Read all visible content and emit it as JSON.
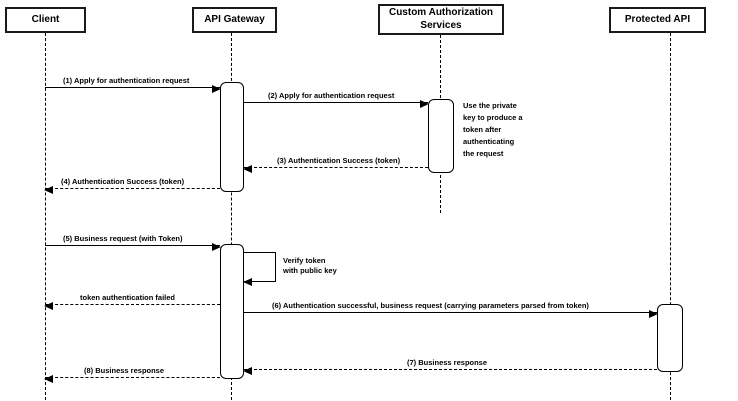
{
  "diagram": {
    "type": "sequence-diagram"
  },
  "actors": [
    {
      "name": "Client"
    },
    {
      "name": "API Gateway"
    },
    {
      "name": "Custom Authorization\nServices"
    },
    {
      "name": "Protected API"
    }
  ],
  "messages": [
    {
      "seq": "1",
      "label": "(1) Apply for authentication request",
      "from": "Client",
      "to": "API Gateway",
      "line": "solid"
    },
    {
      "seq": "2",
      "label": "(2) Apply for authentication request",
      "from": "API Gateway",
      "to": "Custom Authorization Services",
      "line": "solid"
    },
    {
      "seq": "3",
      "label": "(3) Authentication Success (token)",
      "from": "Custom Authorization Services",
      "to": "API Gateway",
      "line": "dashed"
    },
    {
      "seq": "4",
      "label": "(4) Authentication Success (token)",
      "from": "API Gateway",
      "to": "Client",
      "line": "dashed"
    },
    {
      "seq": "5",
      "label": "(5) Business request (with Token)",
      "from": "Client",
      "to": "API Gateway",
      "line": "solid"
    },
    {
      "seq": "",
      "label": "Verify token\nwith public key",
      "from": "API Gateway",
      "to": "API Gateway",
      "line": "self"
    },
    {
      "seq": "",
      "label": "token authentication failed",
      "from": "API Gateway",
      "to": "Client",
      "line": "dashed"
    },
    {
      "seq": "6",
      "label": "(6) Authentication successful, business request (carrying parameters parsed from token)",
      "from": "API Gateway",
      "to": "Protected API",
      "line": "solid"
    },
    {
      "seq": "7",
      "label": "(7) Business response",
      "from": "Protected API",
      "to": "API Gateway",
      "line": "dashed"
    },
    {
      "seq": "8",
      "label": "(8) Business response",
      "from": "API Gateway",
      "to": "Client",
      "line": "dashed"
    }
  ],
  "notes": [
    {
      "text": "Use the private\nkey to produce a\ntoken after\nauthenticating\nthe request"
    }
  ],
  "colors": {
    "background": "#ffffff",
    "line": "#000000",
    "shape_border": "#1a1a1a",
    "shape_fill": "#ffffff"
  }
}
